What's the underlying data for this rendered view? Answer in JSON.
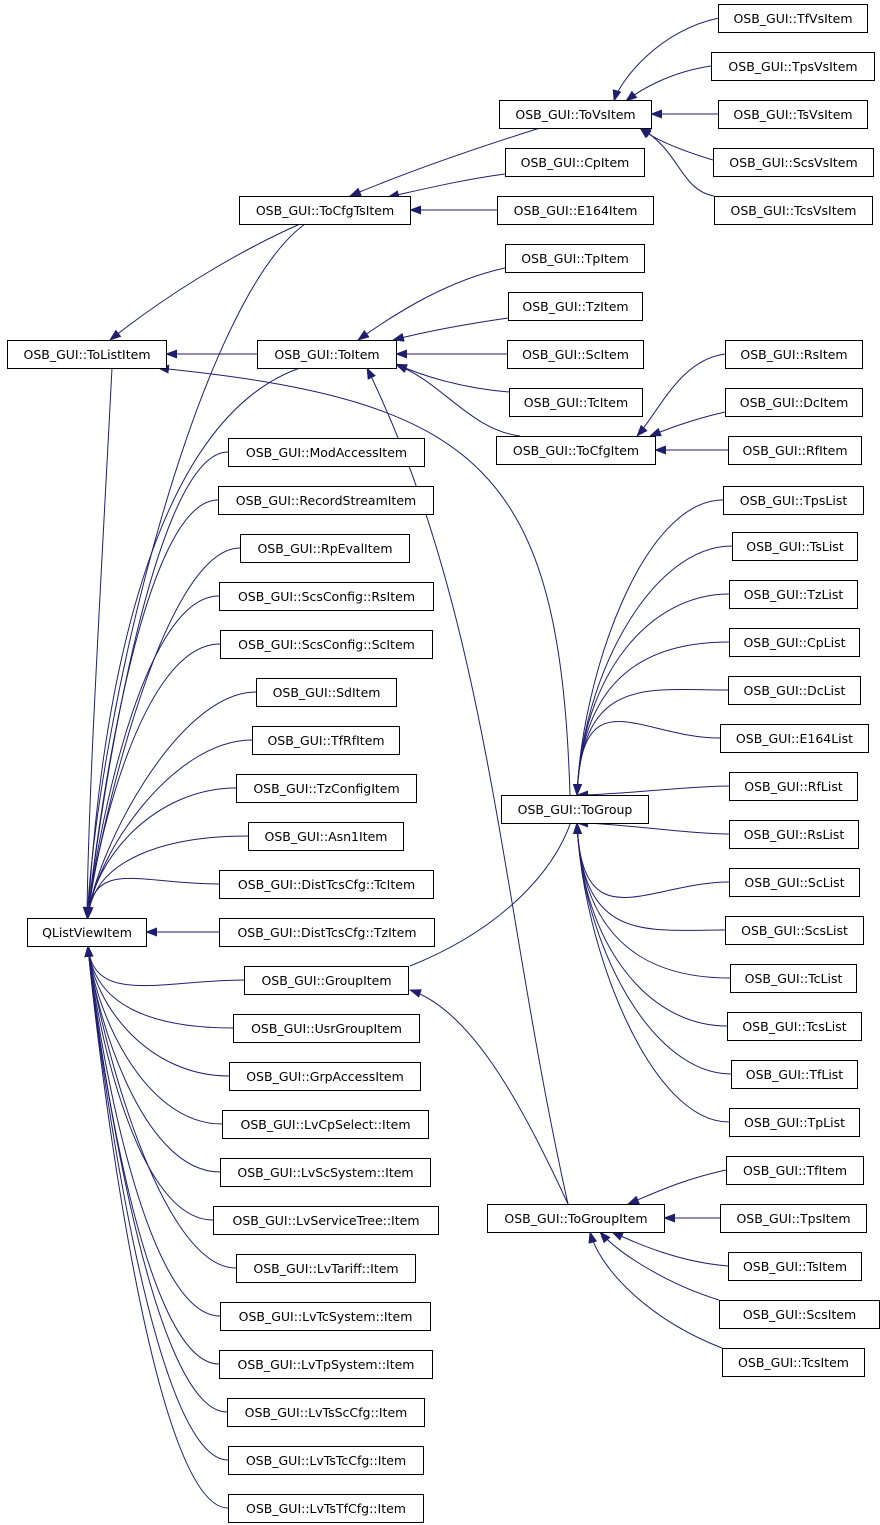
{
  "diagram": {
    "colors": {
      "edge": "#1f1f6e",
      "arrowhead": "#1f1f6e",
      "node_border": "#000000",
      "background": "#ffffff"
    },
    "nodes": [
      {
        "id": "TfVsItem",
        "label": "OSB_GUI::TfVsItem"
      },
      {
        "id": "TpsVsItem",
        "label": "OSB_GUI::TpsVsItem"
      },
      {
        "id": "ToVsItem",
        "label": "OSB_GUI::ToVsItem"
      },
      {
        "id": "TsVsItem",
        "label": "OSB_GUI::TsVsItem"
      },
      {
        "id": "CpItem",
        "label": "OSB_GUI::CpItem"
      },
      {
        "id": "ScsVsItem",
        "label": "OSB_GUI::ScsVsItem"
      },
      {
        "id": "ToCfgTsItem",
        "label": "OSB_GUI::ToCfgTsItem"
      },
      {
        "id": "E164Item",
        "label": "OSB_GUI::E164Item"
      },
      {
        "id": "TcsVsItem",
        "label": "OSB_GUI::TcsVsItem"
      },
      {
        "id": "TpItem",
        "label": "OSB_GUI::TpItem"
      },
      {
        "id": "TzItem",
        "label": "OSB_GUI::TzItem"
      },
      {
        "id": "ToListItem",
        "label": "OSB_GUI::ToListItem"
      },
      {
        "id": "ToItem",
        "label": "OSB_GUI::ToItem"
      },
      {
        "id": "ScItem",
        "label": "OSB_GUI::ScItem"
      },
      {
        "id": "RsItem",
        "label": "OSB_GUI::RsItem"
      },
      {
        "id": "TcItem",
        "label": "OSB_GUI::TcItem"
      },
      {
        "id": "DcItem",
        "label": "OSB_GUI::DcItem"
      },
      {
        "id": "ToCfgItem",
        "label": "OSB_GUI::ToCfgItem"
      },
      {
        "id": "RfItem",
        "label": "OSB_GUI::RfItem"
      },
      {
        "id": "ModAccessItem",
        "label": "OSB_GUI::ModAccessItem"
      },
      {
        "id": "TpsList",
        "label": "OSB_GUI::TpsList"
      },
      {
        "id": "RecordStreamItem",
        "label": "OSB_GUI::RecordStreamItem"
      },
      {
        "id": "TsList",
        "label": "OSB_GUI::TsList"
      },
      {
        "id": "RpEvalItem",
        "label": "OSB_GUI::RpEvalItem"
      },
      {
        "id": "TzList",
        "label": "OSB_GUI::TzList"
      },
      {
        "id": "ScsConfigRsItem",
        "label": "OSB_GUI::ScsConfig::RsItem"
      },
      {
        "id": "CpList",
        "label": "OSB_GUI::CpList"
      },
      {
        "id": "ScsConfigScItem",
        "label": "OSB_GUI::ScsConfig::ScItem"
      },
      {
        "id": "DcList",
        "label": "OSB_GUI::DcList"
      },
      {
        "id": "SdItem",
        "label": "OSB_GUI::SdItem"
      },
      {
        "id": "TfRfItem",
        "label": "OSB_GUI::TfRfItem"
      },
      {
        "id": "E164List",
        "label": "OSB_GUI::E164List"
      },
      {
        "id": "TzConfigItem",
        "label": "OSB_GUI::TzConfigItem"
      },
      {
        "id": "RfList",
        "label": "OSB_GUI::RfList"
      },
      {
        "id": "ToGroup",
        "label": "OSB_GUI::ToGroup"
      },
      {
        "id": "Asn1Item",
        "label": "OSB_GUI::Asn1Item"
      },
      {
        "id": "RsList",
        "label": "OSB_GUI::RsList"
      },
      {
        "id": "DistTcsCfgTcItem",
        "label": "OSB_GUI::DistTcsCfg::TcItem"
      },
      {
        "id": "ScList",
        "label": "OSB_GUI::ScList"
      },
      {
        "id": "QListViewItem",
        "label": "QListViewItem"
      },
      {
        "id": "DistTcsCfgTzItem",
        "label": "OSB_GUI::DistTcsCfg::TzItem"
      },
      {
        "id": "ScsList",
        "label": "OSB_GUI::ScsList"
      },
      {
        "id": "GroupItem",
        "label": "OSB_GUI::GroupItem"
      },
      {
        "id": "TcList",
        "label": "OSB_GUI::TcList"
      },
      {
        "id": "UsrGroupItem",
        "label": "OSB_GUI::UsrGroupItem"
      },
      {
        "id": "TcsList",
        "label": "OSB_GUI::TcsList"
      },
      {
        "id": "GrpAccessItem",
        "label": "OSB_GUI::GrpAccessItem"
      },
      {
        "id": "TfList",
        "label": "OSB_GUI::TfList"
      },
      {
        "id": "LvCpSelectItem",
        "label": "OSB_GUI::LvCpSelect::Item"
      },
      {
        "id": "TpList",
        "label": "OSB_GUI::TpList"
      },
      {
        "id": "TfItem",
        "label": "OSB_GUI::TfItem"
      },
      {
        "id": "LvScSystemItem",
        "label": "OSB_GUI::LvScSystem::Item"
      },
      {
        "id": "ToGroupItem",
        "label": "OSB_GUI::ToGroupItem"
      },
      {
        "id": "TpsItem",
        "label": "OSB_GUI::TpsItem"
      },
      {
        "id": "LvServiceTreeItem",
        "label": "OSB_GUI::LvServiceTree::Item"
      },
      {
        "id": "TsItem",
        "label": "OSB_GUI::TsItem"
      },
      {
        "id": "LvTariffItem",
        "label": "OSB_GUI::LvTariff::Item"
      },
      {
        "id": "ScsItem",
        "label": "OSB_GUI::ScsItem"
      },
      {
        "id": "LvTcSystemItem",
        "label": "OSB_GUI::LvTcSystem::Item"
      },
      {
        "id": "TcsItem",
        "label": "OSB_GUI::TcsItem"
      },
      {
        "id": "LvTpSystemItem",
        "label": "OSB_GUI::LvTpSystem::Item"
      },
      {
        "id": "LvTsScCfgItem",
        "label": "OSB_GUI::LvTsScCfg::Item"
      },
      {
        "id": "LvTsTcCfgItem",
        "label": "OSB_GUI::LvTsTcCfg::Item"
      },
      {
        "id": "LvTsTfCfgItem",
        "label": "OSB_GUI::LvTsTfCfg::Item"
      }
    ],
    "edges": [
      {
        "from": "TfVsItem",
        "to": "ToVsItem"
      },
      {
        "from": "TpsVsItem",
        "to": "ToVsItem"
      },
      {
        "from": "TsVsItem",
        "to": "ToVsItem"
      },
      {
        "from": "ScsVsItem",
        "to": "ToVsItem"
      },
      {
        "from": "TcsVsItem",
        "to": "ToVsItem"
      },
      {
        "from": "ToVsItem",
        "to": "ToCfgTsItem"
      },
      {
        "from": "CpItem",
        "to": "ToCfgTsItem"
      },
      {
        "from": "E164Item",
        "to": "ToCfgTsItem"
      },
      {
        "from": "ToCfgTsItem",
        "to": "ToListItem"
      },
      {
        "from": "ToItem",
        "to": "ToListItem"
      },
      {
        "from": "ToGroup",
        "to": "ToListItem"
      },
      {
        "from": "TpItem",
        "to": "ToItem"
      },
      {
        "from": "TzItem",
        "to": "ToItem"
      },
      {
        "from": "ScItem",
        "to": "ToItem"
      },
      {
        "from": "TcItem",
        "to": "ToItem"
      },
      {
        "from": "ToCfgItem",
        "to": "ToItem"
      },
      {
        "from": "ToGroupItem",
        "to": "ToItem"
      },
      {
        "from": "RsItem",
        "to": "ToCfgItem"
      },
      {
        "from": "DcItem",
        "to": "ToCfgItem"
      },
      {
        "from": "RfItem",
        "to": "ToCfgItem"
      },
      {
        "from": "TpsList",
        "to": "ToGroup"
      },
      {
        "from": "TsList",
        "to": "ToGroup"
      },
      {
        "from": "TzList",
        "to": "ToGroup"
      },
      {
        "from": "CpList",
        "to": "ToGroup"
      },
      {
        "from": "DcList",
        "to": "ToGroup"
      },
      {
        "from": "E164List",
        "to": "ToGroup"
      },
      {
        "from": "RfList",
        "to": "ToGroup"
      },
      {
        "from": "RsList",
        "to": "ToGroup"
      },
      {
        "from": "ScList",
        "to": "ToGroup"
      },
      {
        "from": "ScsList",
        "to": "ToGroup"
      },
      {
        "from": "TcList",
        "to": "ToGroup"
      },
      {
        "from": "TcsList",
        "to": "ToGroup"
      },
      {
        "from": "TfList",
        "to": "ToGroup"
      },
      {
        "from": "TpList",
        "to": "ToGroup"
      },
      {
        "from": "GroupItem",
        "to": "ToGroup"
      },
      {
        "from": "ToGroupItem",
        "to": "GroupItem"
      },
      {
        "from": "TfItem",
        "to": "ToGroupItem"
      },
      {
        "from": "TpsItem",
        "to": "ToGroupItem"
      },
      {
        "from": "TsItem",
        "to": "ToGroupItem"
      },
      {
        "from": "ScsItem",
        "to": "ToGroupItem"
      },
      {
        "from": "TcsItem",
        "to": "ToGroupItem"
      },
      {
        "from": "ToListItem",
        "to": "QListViewItem"
      },
      {
        "from": "ToCfgTsItem",
        "to": "QListViewItem"
      },
      {
        "from": "ToItem",
        "to": "QListViewItem"
      },
      {
        "from": "ModAccessItem",
        "to": "QListViewItem"
      },
      {
        "from": "RecordStreamItem",
        "to": "QListViewItem"
      },
      {
        "from": "RpEvalItem",
        "to": "QListViewItem"
      },
      {
        "from": "ScsConfigRsItem",
        "to": "QListViewItem"
      },
      {
        "from": "ScsConfigScItem",
        "to": "QListViewItem"
      },
      {
        "from": "SdItem",
        "to": "QListViewItem"
      },
      {
        "from": "TfRfItem",
        "to": "QListViewItem"
      },
      {
        "from": "TzConfigItem",
        "to": "QListViewItem"
      },
      {
        "from": "Asn1Item",
        "to": "QListViewItem"
      },
      {
        "from": "DistTcsCfgTcItem",
        "to": "QListViewItem"
      },
      {
        "from": "DistTcsCfgTzItem",
        "to": "QListViewItem"
      },
      {
        "from": "GroupItem",
        "to": "QListViewItem"
      },
      {
        "from": "UsrGroupItem",
        "to": "QListViewItem"
      },
      {
        "from": "GrpAccessItem",
        "to": "QListViewItem"
      },
      {
        "from": "LvCpSelectItem",
        "to": "QListViewItem"
      },
      {
        "from": "LvScSystemItem",
        "to": "QListViewItem"
      },
      {
        "from": "LvServiceTreeItem",
        "to": "QListViewItem"
      },
      {
        "from": "LvTariffItem",
        "to": "QListViewItem"
      },
      {
        "from": "LvTcSystemItem",
        "to": "QListViewItem"
      },
      {
        "from": "LvTpSystemItem",
        "to": "QListViewItem"
      },
      {
        "from": "LvTsScCfgItem",
        "to": "QListViewItem"
      },
      {
        "from": "LvTsTcCfgItem",
        "to": "QListViewItem"
      },
      {
        "from": "LvTsTfCfgItem",
        "to": "QListViewItem"
      }
    ]
  }
}
